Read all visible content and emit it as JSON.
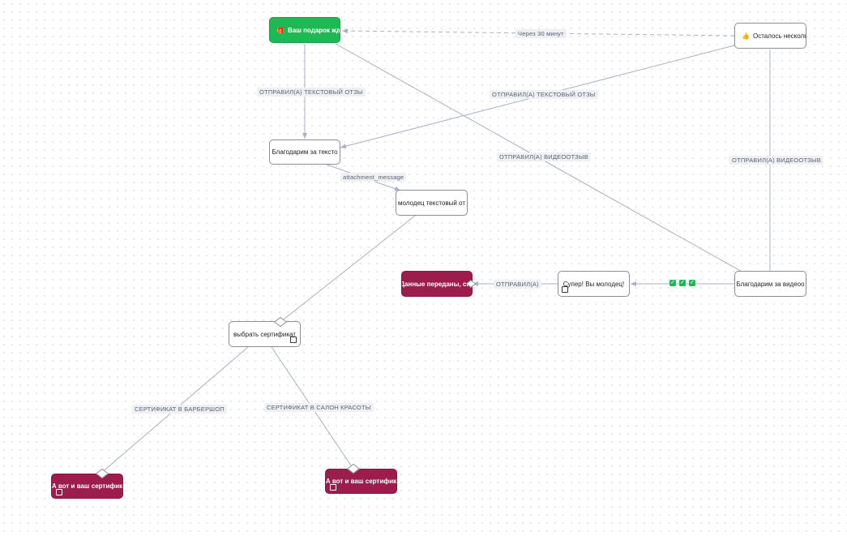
{
  "nodes": {
    "gift": {
      "emoji": "🎁",
      "label": "Ваш подарок ждет,"
    },
    "remaining": {
      "emoji": "👍",
      "label": "Осталось нескольк"
    },
    "thanks_text": {
      "label": "Благодарим за тексто"
    },
    "well_done_text": {
      "label": "молодец текстовый от"
    },
    "thanks_video": {
      "label": "Благодарим за видеоо"
    },
    "super": {
      "label": "Супер! Вы молодец!"
    },
    "data_sent": {
      "label": "Данные переданы, спа"
    },
    "choose_cert": {
      "label": "выбрать сертификат"
    },
    "cert_barber": {
      "label": "А вот и ваш сертифик"
    },
    "cert_salon": {
      "label": "А вот и ваш сертифик"
    }
  },
  "edge_labels": {
    "after_30": "Через 30 минут",
    "text_review_1": "ОТПРАВИЛ(А) ТЕКСТОВЫЙ ОТЗЫ",
    "text_review_2": "ОТПРАВИЛ(А) ТЕКСТОВЫЙ ОТЗЫ",
    "video_review_1": "ОТПРАВИЛ(А) ВИДЕООТЗЫВ",
    "video_review_2": "ОТПРАВИЛ(А) ВИДЕООТЗЫВ",
    "attachment": "attachment_message",
    "sent": "ОТПРАВИЛ(А)",
    "barber": "СЕРТИФИКАТ В БАРБЕРШОП",
    "salon": "СЕРТИФИКАТ В САЛОН КРАСОТЫ"
  },
  "checks": [
    "✓",
    "✓",
    "✓"
  ],
  "colors": {
    "edge": "#a9b1c2",
    "green_node": "#1db954",
    "crimson_node": "#9c1c4c",
    "label_bg": "#eef0f4"
  }
}
